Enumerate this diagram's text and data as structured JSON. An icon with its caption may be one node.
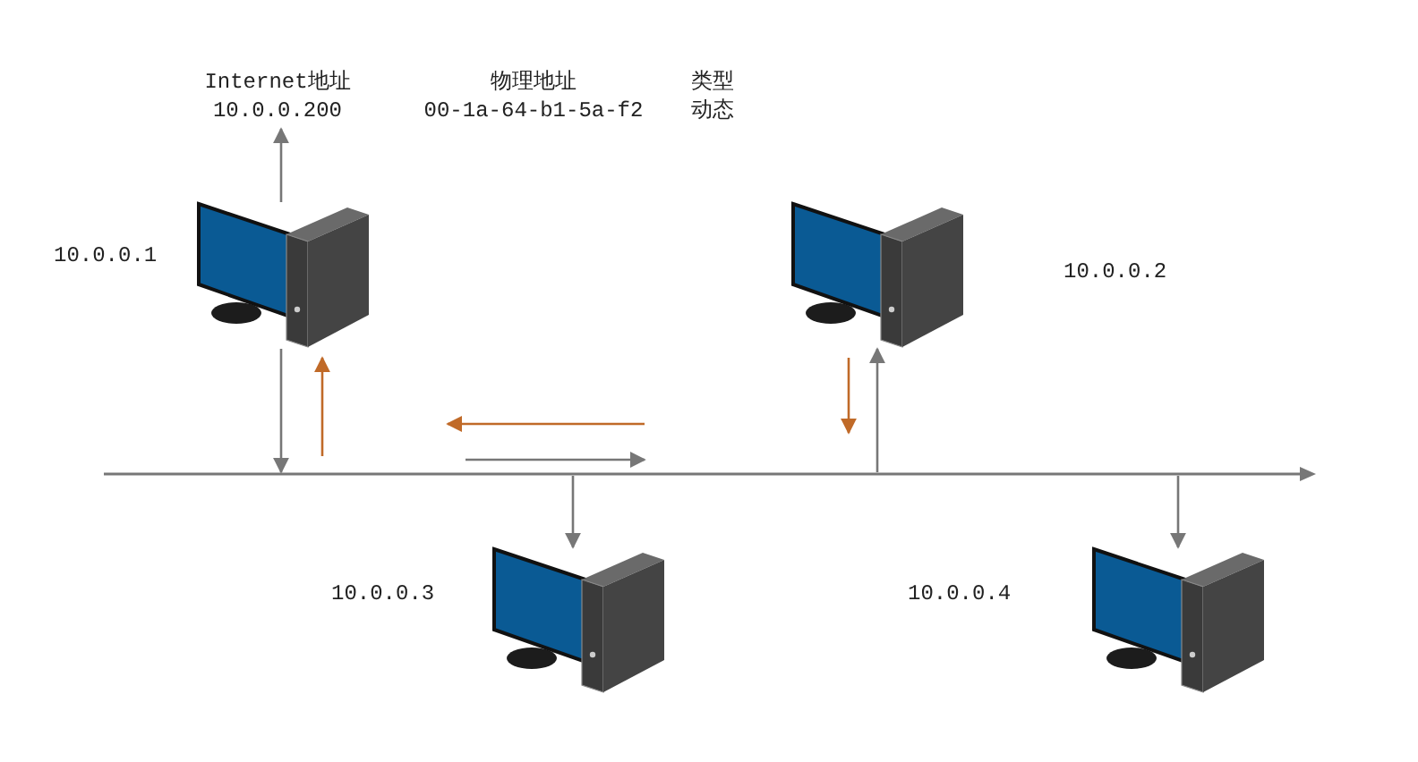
{
  "diagram": {
    "nodes": [
      {
        "text": [],
        "shape": "picture",
        "beside": [
          "10.0.0.1"
        ]
      },
      {
        "text": [],
        "shape": "picture"
      },
      {
        "text": [],
        "shape": "picture",
        "beside": [
          "10.0.0.3"
        ]
      },
      {
        "text": [],
        "shape": "picture",
        "beside": [
          "10.0.0.4"
        ]
      },
      {
        "text": [],
        "shape": "bar"
      },
      {
        "text": [
          "Internet地址",
          "10.0.0.200"
        ]
      }
    ],
    "edges": [
      {
        "from": 0,
        "to": 5,
        "arrow": "to"
      },
      {
        "from": 0,
        "to": 4,
        "arrow": "to"
      },
      {
        "from": 4,
        "to": 1,
        "arrow": "to"
      },
      {
        "from": 4,
        "to": 2,
        "arrow": "to"
      },
      {
        "from": 4,
        "to": 3,
        "arrow": "to"
      },
      {
        "from": 4,
        "to": 0,
        "arrow": "to",
        "color": "#c06a28"
      },
      {
        "from": 1,
        "to": 4,
        "arrow": "to",
        "color": "#c06a28"
      }
    ],
    "labels": [
      "物理地址",
      "00-1a-64-b1-5a-f2",
      "类型",
      "动态",
      "10.0.0.2"
    ]
  }
}
